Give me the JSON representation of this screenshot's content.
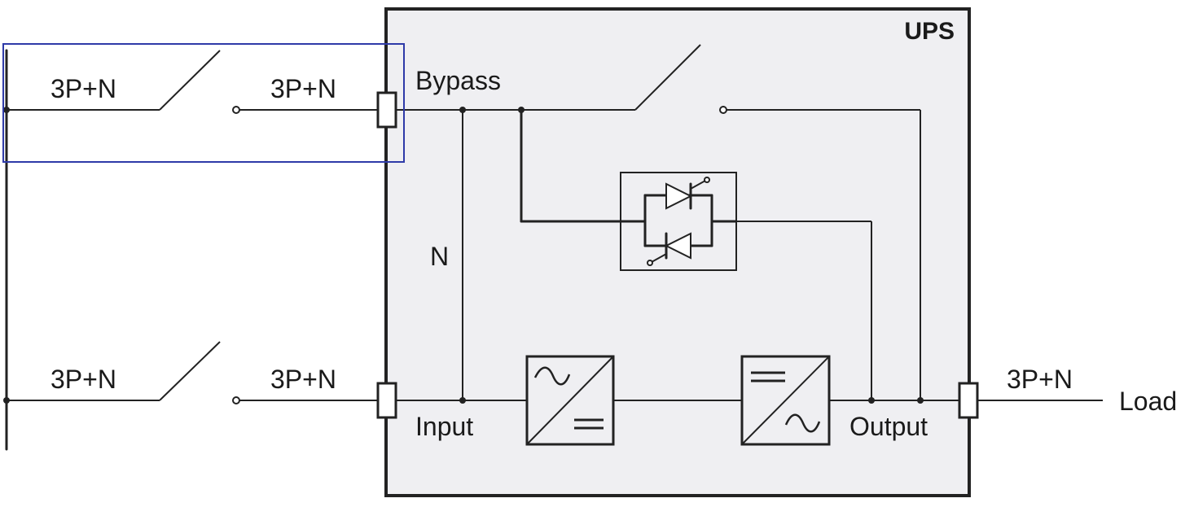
{
  "ups": {
    "title": "UPS"
  },
  "labels": {
    "bypass": "Bypass",
    "input": "Input",
    "output": "Output",
    "neutral": "N",
    "load": "Load",
    "feed_top_left": "3P+N",
    "feed_top_right": "3P+N",
    "feed_bottom_left": "3P+N",
    "feed_bottom_right": "3P+N",
    "feed_output": "3P+N"
  },
  "colors": {
    "ups_box_fill": "#efeff2",
    "highlight_frame": "#2e3aa8",
    "wire": "#222222"
  },
  "icons": {
    "rectifier": "ac-to-dc-converter-icon",
    "inverter": "dc-to-ac-converter-icon",
    "static_switch": "thyristor-static-switch-icon"
  }
}
